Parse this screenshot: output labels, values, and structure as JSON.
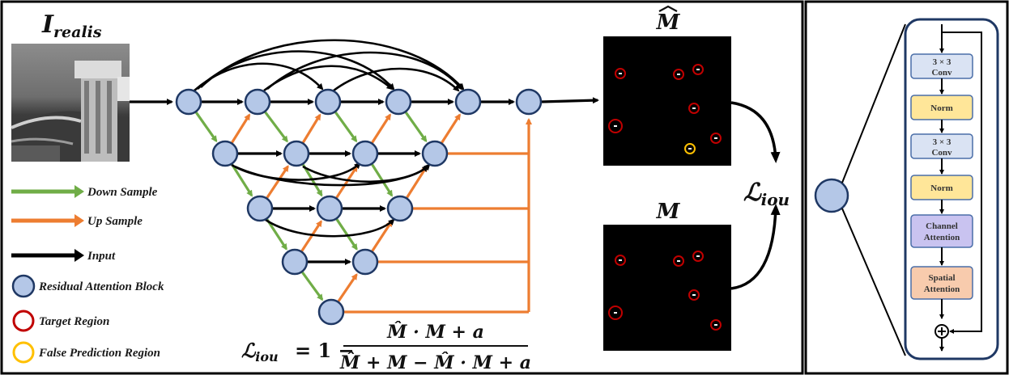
{
  "labels": {
    "input_image": "I",
    "input_image_sub": "realis",
    "pred_mask": "M",
    "gt_mask": "M",
    "loss": "ℒ",
    "loss_sub": "iou"
  },
  "legend": [
    {
      "id": "down",
      "label": "Down Sample",
      "color": "#70ad47"
    },
    {
      "id": "up",
      "label": "Up Sample",
      "color": "#ed7d31"
    },
    {
      "id": "input",
      "label": "Input",
      "color": "#000000"
    },
    {
      "id": "rab",
      "label": "Residual Attention Block",
      "color": "#b4c7e7"
    },
    {
      "id": "target",
      "label": "Target Region",
      "color": "#c00000"
    },
    {
      "id": "false",
      "label": "False Prediction Region",
      "color": "#ffc000"
    }
  ],
  "formula": {
    "lhs": "ℒ",
    "lhs_sub": "iou",
    "eq": "= 1 −",
    "numerator": "M̂ · M + a",
    "denominator": "M̂ + M − M̂ · M + a"
  },
  "block": {
    "steps": [
      {
        "line1": "3 × 3",
        "line2": "Conv",
        "color": "#dae3f3",
        "border": "#4a6ea8"
      },
      {
        "line1": "Norm",
        "line2": "",
        "color": "#ffe699",
        "border": "#4a6ea8"
      },
      {
        "line1": "3 × 3",
        "line2": "Conv",
        "color": "#dae3f3",
        "border": "#4a6ea8"
      },
      {
        "line1": "Norm",
        "line2": "",
        "color": "#ffe699",
        "border": "#4a6ea8"
      },
      {
        "line1": "Channel",
        "line2": "Attention",
        "color": "#c9c3f0",
        "border": "#4a6ea8"
      },
      {
        "line1": "Spatial",
        "line2": "Attention",
        "color": "#f8cbad",
        "border": "#4a6ea8"
      }
    ]
  },
  "colors": {
    "node_fill": "#b4c7e7",
    "node_stroke": "#1f3864",
    "down": "#70ad47",
    "up": "#ed7d31",
    "input": "#000000",
    "target": "#c00000",
    "false": "#ffc000",
    "panel_border": "#1f3864"
  }
}
